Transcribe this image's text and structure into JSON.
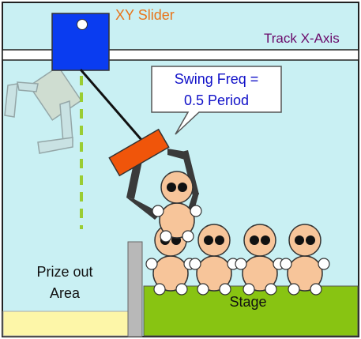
{
  "labels": {
    "xy_slider": "XY Slider",
    "track_x_axis": "Track X-Axis",
    "callout_line1": "Swing Freq =",
    "callout_line2": "0.5 Period",
    "prize_out_line1": "Prize out",
    "prize_out_line2": "Area",
    "stage": "Stage"
  },
  "colors": {
    "background": "#c9f0f3",
    "track": "#ffffff",
    "slider": "#0a3cf0",
    "slider_label": "#e8741a",
    "track_label": "#6a0a6a",
    "callout_text": "#1010c8",
    "gripper": "#f0550a",
    "arm": "#3a3a3a",
    "stage": "#88c412",
    "prize_area": "#fdf6a8",
    "divider": "#b8b8b8",
    "doll": "#f7c59a",
    "ghost": "#d4cfb6",
    "dashed_line": "#9acd32"
  }
}
